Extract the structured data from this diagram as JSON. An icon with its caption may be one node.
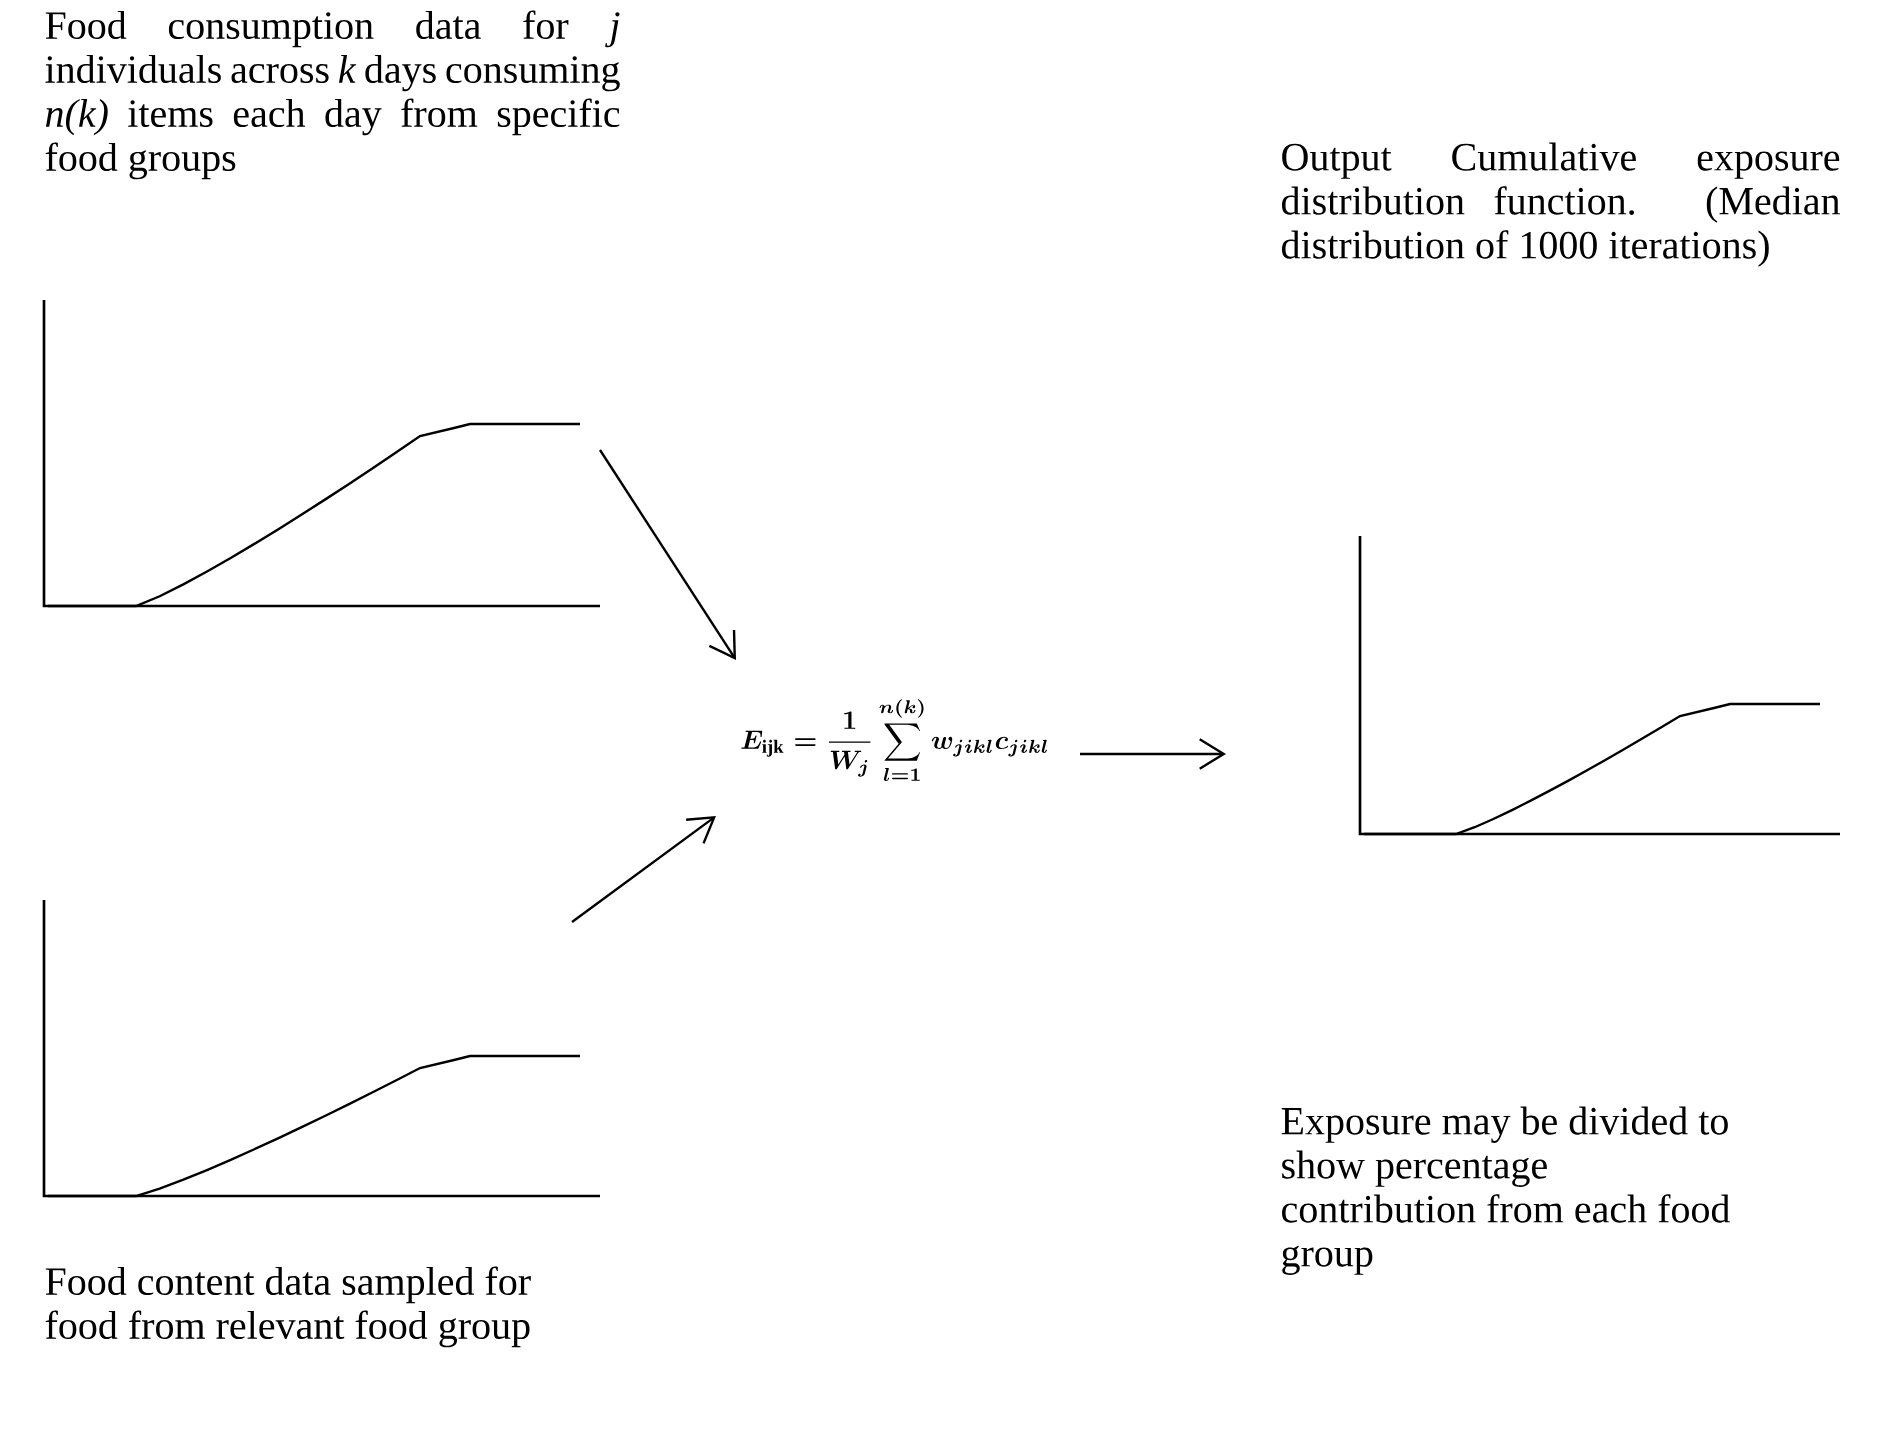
{
  "diagram": {
    "nodes": [
      {
        "text": [
          "Food consumption data for *j* individuals across *k* days consuming *n(k)* items each day from specific food groups"
        ]
      },
      {
        "text": [
          "Food content data sampled for food from relevant food group"
        ]
      },
      {
        "text": [
          "E_{\\mathrm{ijk}} = \\frac{1}{W_j}\\sum_{l=1}^{n(k)} w_{jikl}c_{jikl}"
        ]
      },
      {
        "text": [
          "Output Cumulative exposure distribution function. (Median distribution of 1000 iterations)"
        ]
      }
    ],
    "labels": [
      "Exposure may be divided to show percentage contribution from each food group"
    ],
    "edges": [
      {
        "from": 0,
        "to": 2,
        "arrow": "to"
      },
      {
        "from": 1,
        "to": 2,
        "arrow": "to"
      },
      {
        "from": 2,
        "to": 3,
        "arrow": "to"
      }
    ]
  }
}
